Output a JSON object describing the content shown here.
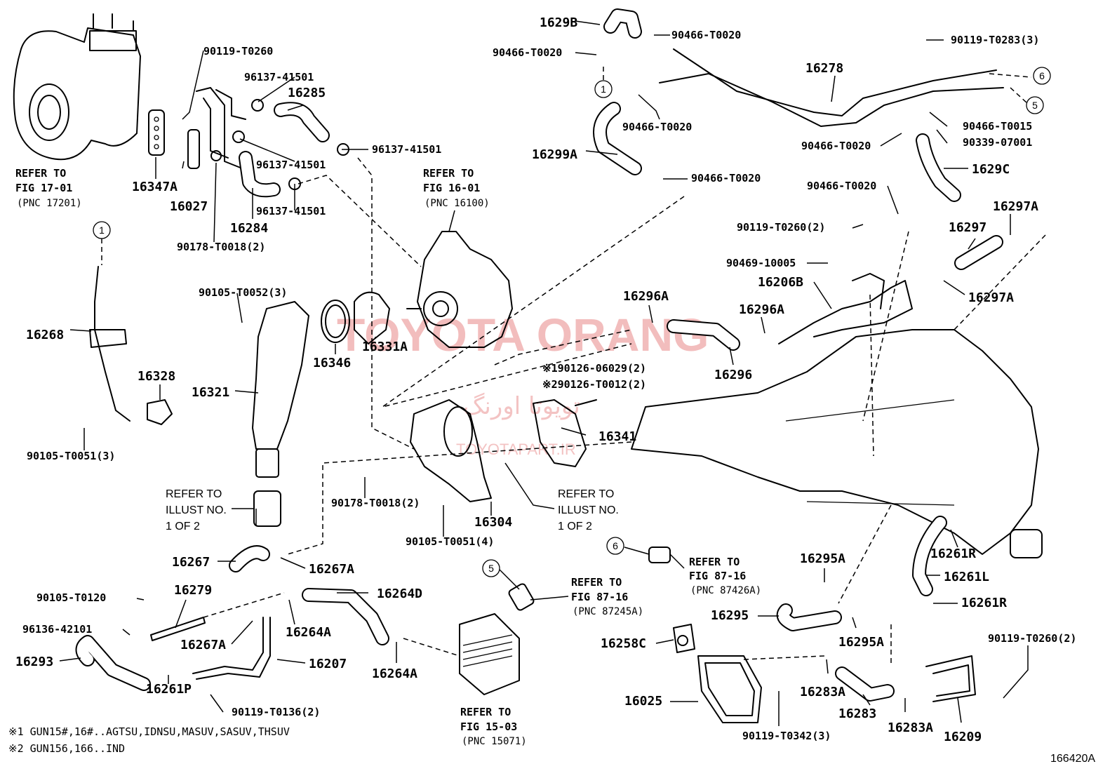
{
  "diagram_id": "166420A",
  "watermark": {
    "main": "TOYOTA ORANG",
    "persian": "تویوتا اورنگ",
    "site": "TOYOTAPART.IR"
  },
  "part_labels": [
    {
      "id": "p16268",
      "text": "16268"
    },
    {
      "id": "p16328",
      "text": "16328"
    },
    {
      "id": "p16347A",
      "text": "16347A"
    },
    {
      "id": "p16027",
      "text": "16027"
    },
    {
      "id": "p16285",
      "text": "16285"
    },
    {
      "id": "p16284",
      "text": "16284"
    },
    {
      "id": "p16321",
      "text": "16321"
    },
    {
      "id": "p16346",
      "text": "16346"
    },
    {
      "id": "p16331A",
      "text": "16331A"
    },
    {
      "id": "p16341",
      "text": "16341"
    },
    {
      "id": "p16304",
      "text": "16304"
    },
    {
      "id": "p1629B",
      "text": "1629B"
    },
    {
      "id": "p16278",
      "text": "16278"
    },
    {
      "id": "p16299A",
      "text": "16299A"
    },
    {
      "id": "p1629C",
      "text": "1629C"
    },
    {
      "id": "p16297A_1",
      "text": "16297A"
    },
    {
      "id": "p16297",
      "text": "16297"
    },
    {
      "id": "p16297A_2",
      "text": "16297A"
    },
    {
      "id": "p16206B",
      "text": "16206B"
    },
    {
      "id": "p16296A_1",
      "text": "16296A"
    },
    {
      "id": "p16296A_2",
      "text": "16296A"
    },
    {
      "id": "p16296",
      "text": "16296"
    },
    {
      "id": "p16267",
      "text": "16267"
    },
    {
      "id": "p16267A_1",
      "text": "16267A"
    },
    {
      "id": "p16279",
      "text": "16279"
    },
    {
      "id": "p16264D",
      "text": "16264D"
    },
    {
      "id": "p16267A_2",
      "text": "16267A"
    },
    {
      "id": "p16264A_1",
      "text": "16264A"
    },
    {
      "id": "p16293",
      "text": "16293"
    },
    {
      "id": "p16207",
      "text": "16207"
    },
    {
      "id": "p16264A_2",
      "text": "16264A"
    },
    {
      "id": "p16261P",
      "text": "16261P"
    },
    {
      "id": "p16295A_1",
      "text": "16295A"
    },
    {
      "id": "p16261R_1",
      "text": "16261R"
    },
    {
      "id": "p16261L",
      "text": "16261L"
    },
    {
      "id": "p16261R_2",
      "text": "16261R"
    },
    {
      "id": "p16295",
      "text": "16295"
    },
    {
      "id": "p16295A_2",
      "text": "16295A"
    },
    {
      "id": "p16258C",
      "text": "16258C"
    },
    {
      "id": "p16025",
      "text": "16025"
    },
    {
      "id": "p16283A_1",
      "text": "16283A"
    },
    {
      "id": "p16283",
      "text": "16283"
    },
    {
      "id": "p16283A_2",
      "text": "16283A"
    },
    {
      "id": "p16209",
      "text": "16209"
    }
  ],
  "fastener_labels": [
    {
      "id": "f1",
      "text": "90119-T0260"
    },
    {
      "id": "f2",
      "text": "96137-41501"
    },
    {
      "id": "f3",
      "text": "96137-41501"
    },
    {
      "id": "f4",
      "text": "96137-41501"
    },
    {
      "id": "f5",
      "text": "96137-41501"
    },
    {
      "id": "f6",
      "text": "90178-T0018(2)"
    },
    {
      "id": "f7",
      "text": "90105-T0052(3)"
    },
    {
      "id": "f8",
      "text": "90105-T0051(3)"
    },
    {
      "id": "f9",
      "text": "90178-T0018(2)"
    },
    {
      "id": "f10",
      "text": "90105-T0051(4)"
    },
    {
      "id": "f11",
      "text": "90466-T0020"
    },
    {
      "id": "f12",
      "text": "90466-T0020"
    },
    {
      "id": "f13",
      "text": "90119-T0283(3)"
    },
    {
      "id": "f14",
      "text": "90466-T0020"
    },
    {
      "id": "f15",
      "text": "90466-T0015"
    },
    {
      "id": "f16",
      "text": "90466-T0020"
    },
    {
      "id": "f17",
      "text": "90339-07001"
    },
    {
      "id": "f18",
      "text": "90466-T0020"
    },
    {
      "id": "f19",
      "text": "90466-T0020"
    },
    {
      "id": "f20",
      "text": "90119-T0260(2)"
    },
    {
      "id": "f21",
      "text": "90469-10005"
    },
    {
      "id": "f22",
      "text": "※190126-06029(2)"
    },
    {
      "id": "f23",
      "text": "※290126-T0012(2)"
    },
    {
      "id": "f24",
      "text": "90105-T0120"
    },
    {
      "id": "f25",
      "text": "96136-42101"
    },
    {
      "id": "f26",
      "text": "90119-T0136(2)"
    },
    {
      "id": "f27",
      "text": "90119-T0260(2)"
    },
    {
      "id": "f28",
      "text": "90119-T0342(3)"
    }
  ],
  "refer_blocks": [
    {
      "id": "r1",
      "lines": [
        "REFER TO",
        "FIG 17-01",
        "(PNC 17201)"
      ]
    },
    {
      "id": "r2",
      "lines": [
        "REFER TO",
        "FIG 16-01",
        "(PNC 16100)"
      ]
    },
    {
      "id": "r3",
      "lines": [
        "REFER TO",
        "FIG 87-16",
        "(PNC 87426A)"
      ]
    },
    {
      "id": "r4",
      "lines": [
        "REFER TO",
        "FIG 87-16",
        "(PNC 87245A)"
      ]
    },
    {
      "id": "r5",
      "lines": [
        "REFER TO",
        "FIG 15-03",
        "(PNC 15071)"
      ]
    }
  ],
  "illust_blocks": [
    {
      "id": "i1",
      "lines": [
        "REFER TO",
        "ILLUST NO.",
        "1 OF 2"
      ]
    },
    {
      "id": "i2",
      "lines": [
        "REFER TO",
        "ILLUST NO.",
        "1 OF 2"
      ]
    }
  ],
  "circle_markers": [
    "1",
    "1",
    "6",
    "5",
    "6",
    "5"
  ],
  "footnotes": [
    "※1 GUN15#,16#..AGTSU,IDNSU,MASUV,SASUV,THSUV",
    "※2 GUN156,166..IND"
  ]
}
